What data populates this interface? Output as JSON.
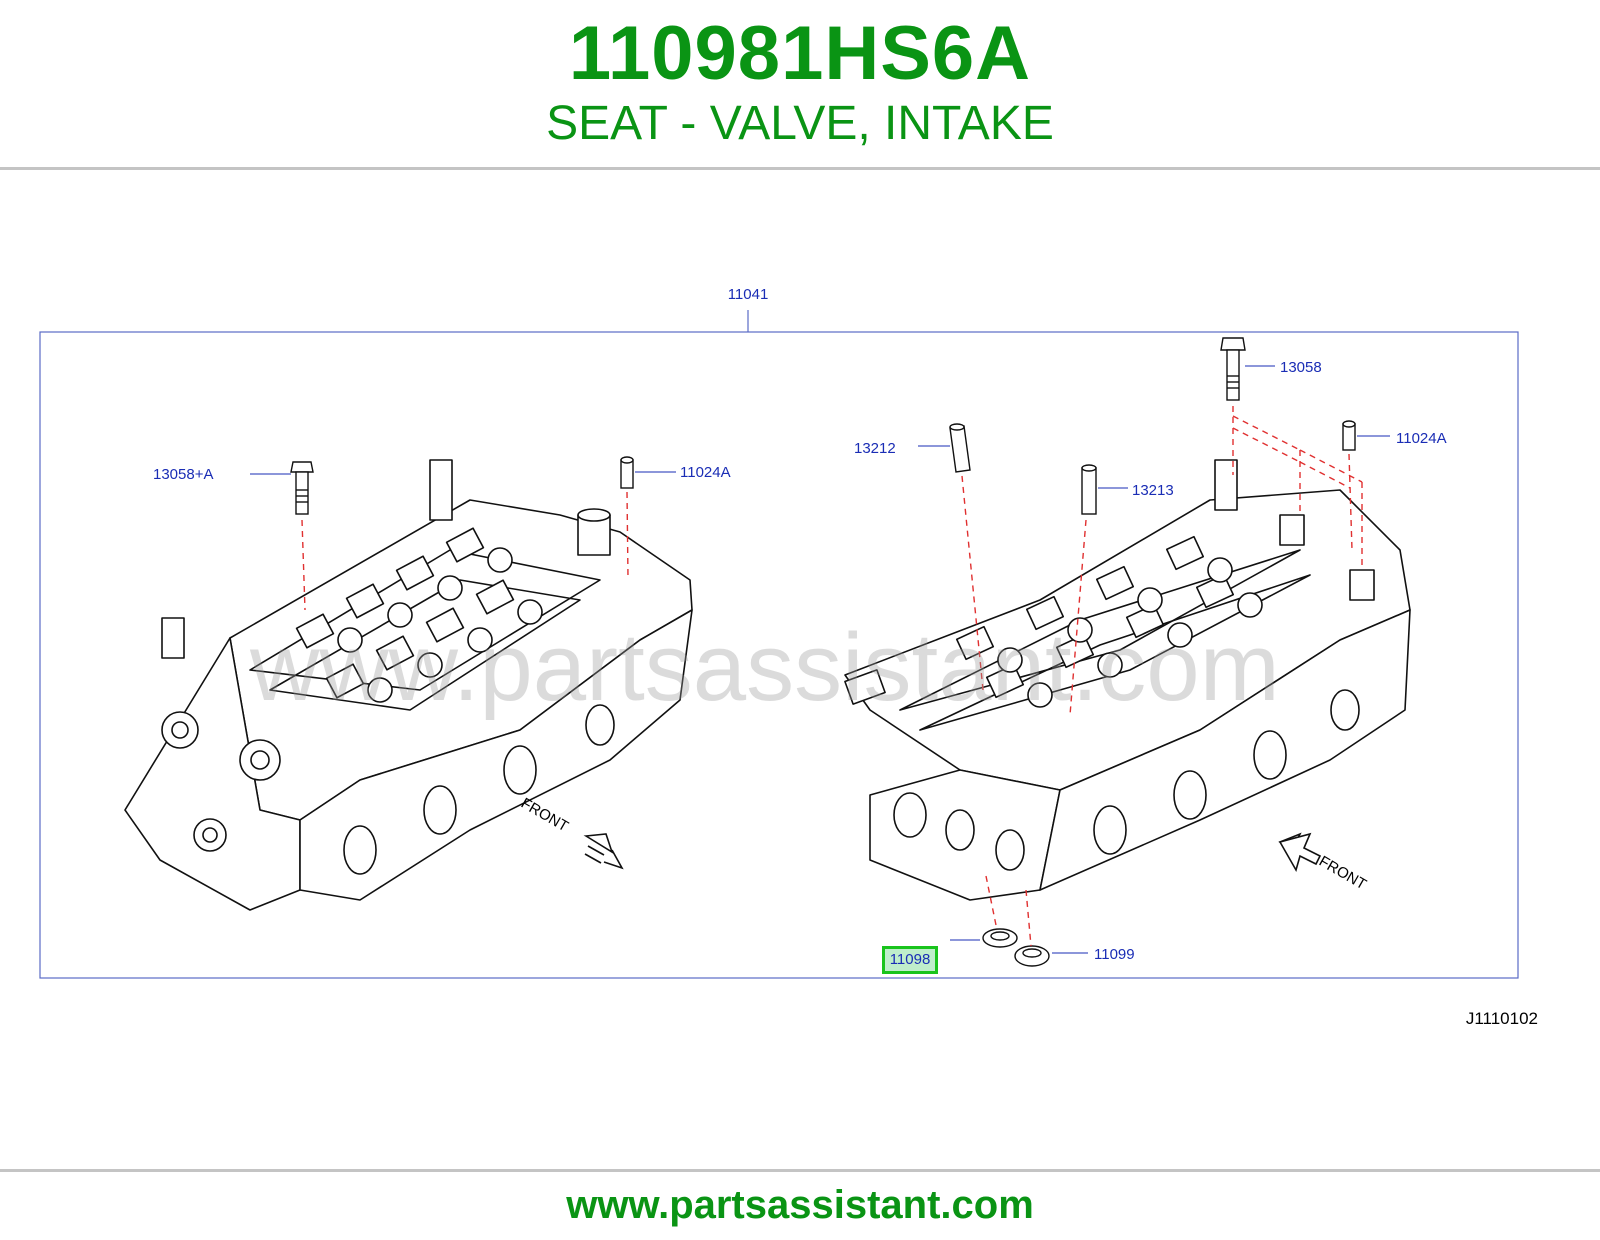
{
  "header": {
    "part_number": "110981HS6A",
    "part_name": "SEAT - VALVE, INTAKE"
  },
  "diagram": {
    "drawing_id": "J1110102",
    "watermark": "www.partsassistant.com",
    "front_labels": [
      "FRONT",
      "FRONT"
    ],
    "callouts": {
      "assembly": "11041",
      "left_bolt": "13058+A",
      "left_dowel": "11024A",
      "right_bolt": "13058",
      "right_dowel": "11024A",
      "guide_13212": "13212",
      "guide_13213": "13213",
      "seat_intake": "11098",
      "seat_exhaust": "11099"
    },
    "highlighted": "11098"
  },
  "footer": {
    "url": "www.partsassistant.com"
  },
  "colors": {
    "brand_green": "#0a9414",
    "callout_blue": "#1a2db5",
    "highlight_border": "#19c41c",
    "leader_red": "#e03030"
  }
}
